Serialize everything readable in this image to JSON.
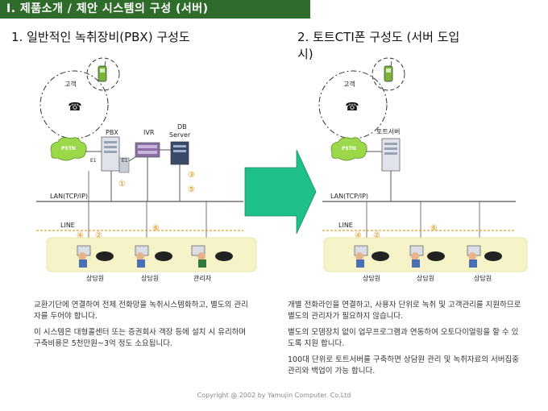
{
  "header": {
    "title": "Ⅰ. 제품소개 / 제안 시스템의 구성 (서버)"
  },
  "left": {
    "title": "1. 일반적인 녹취장비(PBX) 구성도",
    "customer": "고객",
    "pstn": "PSTN",
    "pbx": "PBX",
    "ivr": "IVR",
    "db_line1": "DB",
    "db_line2": "Server",
    "e1_a": "E1",
    "e1_b": "E1",
    "lan": "LAN(TCP/IP)",
    "line": "LINE",
    "n1": "①",
    "n2": "②",
    "n3": "③",
    "n4": "④",
    "n5": "⑤",
    "n6": "⑥",
    "agent1": "상담원",
    "agent2": "상담원",
    "manager": "관리자",
    "desc1": "교환기단에 연결하여 전체 전화망을 녹취시스템화하고, 별도의 관리자를 두어야 합니다.",
    "desc2": "이 시스템은 대형콜센터 또는 증권회사 객장 등에 설치 시 유리하며 구축비용은 5천만원~3억 정도 소요됩니다."
  },
  "right": {
    "title_line1": "2. 토트CTI폰 구성도 (서버 도입",
    "title_line2": "시)",
    "customer": "고객",
    "pstn": "PSTN",
    "server": "토트서버",
    "lan": "LAN(TCP/IP)",
    "line": "LINE",
    "n2": "②",
    "n4": "④",
    "n6": "⑥",
    "agent1": "상담원",
    "agent2": "상담원",
    "agent3": "상담원",
    "desc1": "개별 전화라인을 연결하고, 사용자 단위로 녹취 및 고객관리를 지원하므로 별도의 관리자가 필요하지 않습니다.",
    "desc2": "별도의 모뎀장치 없이 업무프로그램과 연동하여 오토다이얼링을 할 수 있도록 지원 합니다.",
    "desc3": "100대 단위로 토트서버를 구축하면 상담원 관리 및 녹취자료의 서버집중관리와 백업이 가능 합니다."
  },
  "footer": {
    "copyright": "Copyright @ 2002 by Yamujin Computer. Co.Ltd"
  },
  "colors": {
    "header_bg": "#2f6b2b",
    "arrow": "#1fbf8a",
    "line_orange": "#e08a00",
    "phone_green": "#7ab33a"
  }
}
